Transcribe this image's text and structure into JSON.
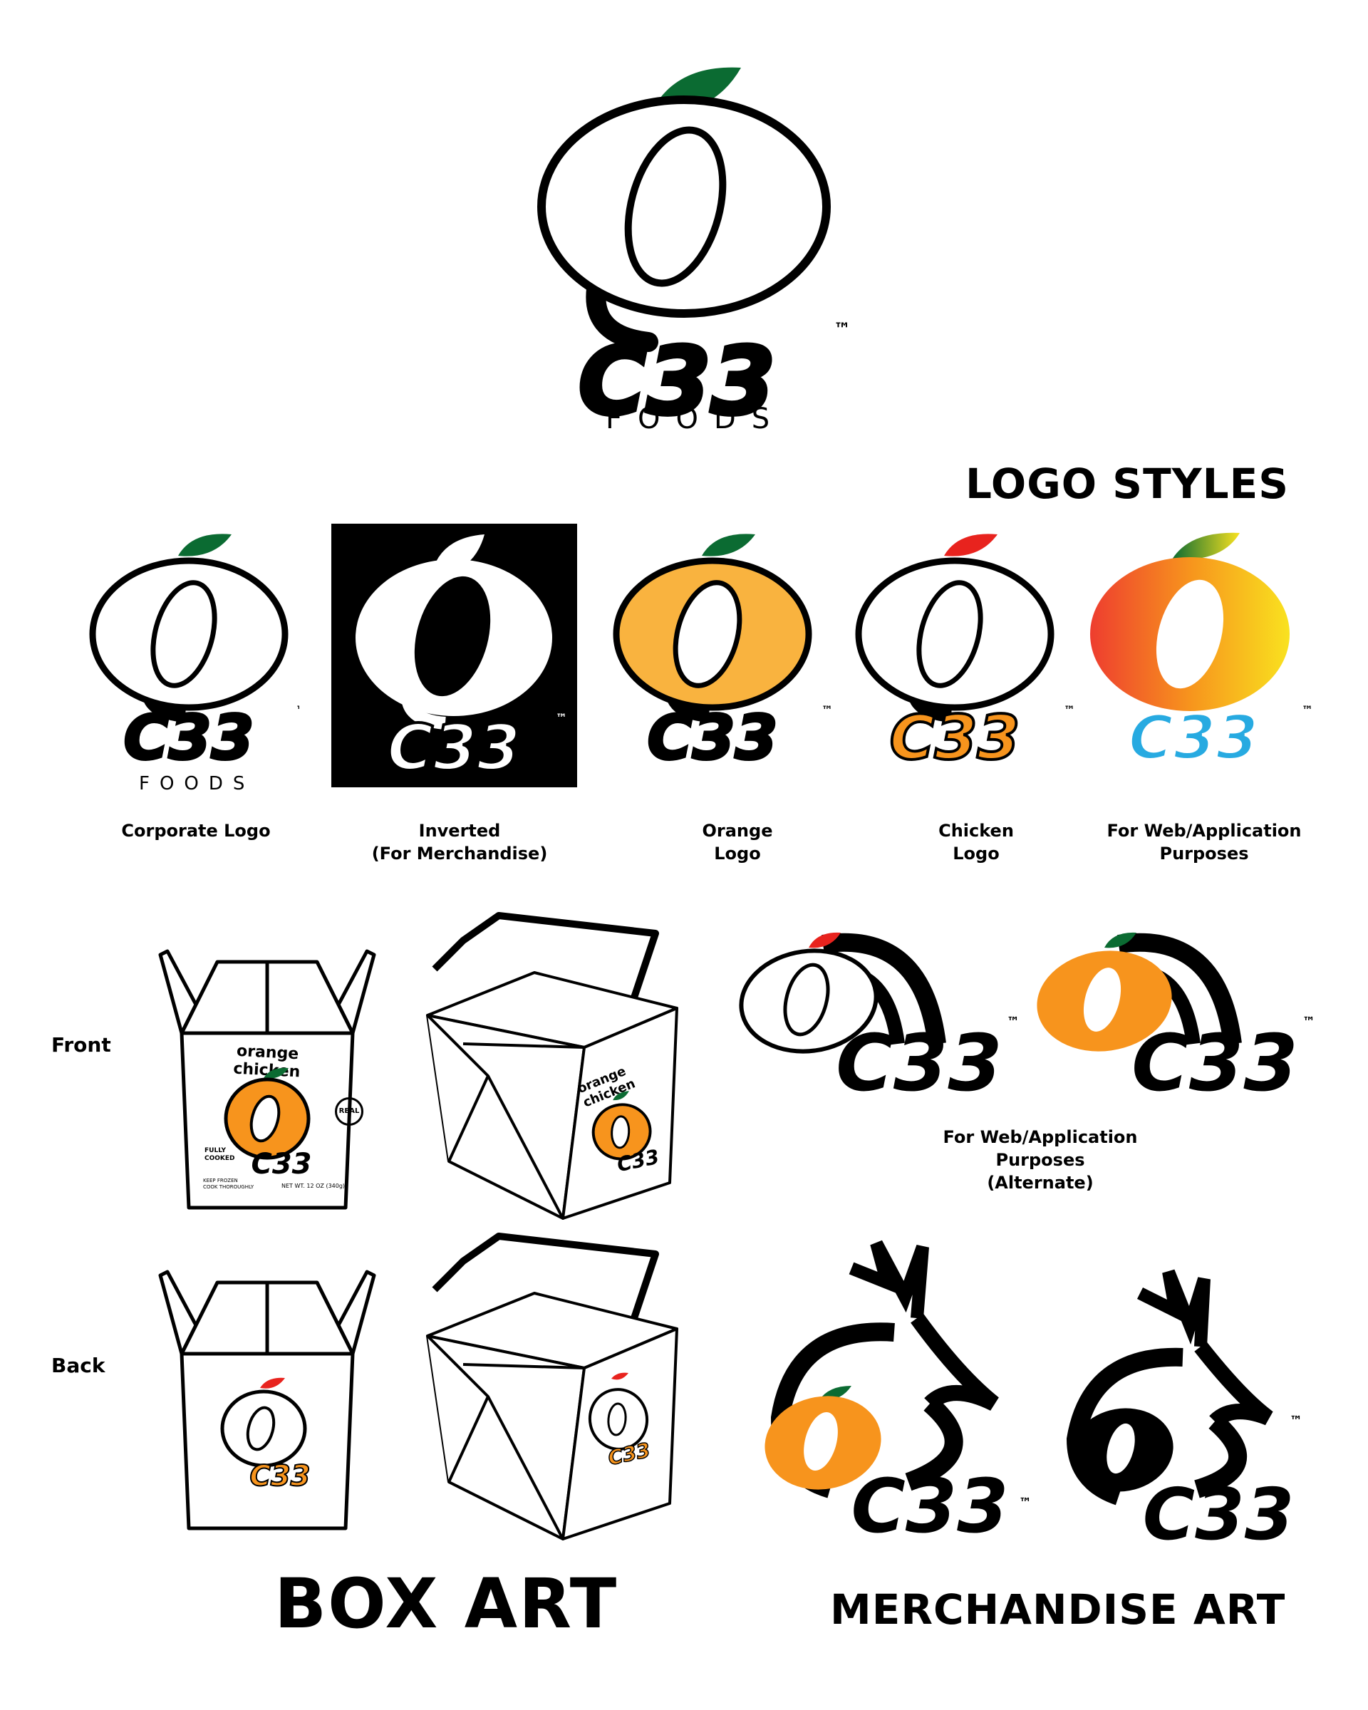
{
  "brand": {
    "wordmark": "C33",
    "subtitle": "FOODS",
    "trademark": "™",
    "colors": {
      "black": "#000000",
      "white": "#ffffff",
      "leaf_green": "#0b6b32",
      "orange": "#f7941d",
      "orange_light": "#f9b33f",
      "chicken_red": "#e8231e",
      "web_blue": "#27aae1",
      "gradient_red": "#ee3d2f",
      "gradient_yellow": "#f9e21f"
    }
  },
  "headings": {
    "logo_styles": "LOGO STYLES",
    "box_art": "BOX ART",
    "merchandise_art": "MERCHANDISE ART"
  },
  "logo_styles": [
    {
      "caption": "Corporate Logo"
    },
    {
      "caption": "Inverted\n(For Merchandise)"
    },
    {
      "caption": "Orange\nLogo"
    },
    {
      "caption": "Chicken\nLogo"
    },
    {
      "caption": "For Web/Application\nPurposes"
    }
  ],
  "web_alternate": {
    "caption": "For Web/Application\nPurposes\n(Alternate)"
  },
  "box_art": {
    "front_label": "Front",
    "back_label": "Back",
    "product_name": "orange chicken",
    "badge": "REAL",
    "cooked_note": "FULLY\nCOOKED",
    "keep_frozen": "KEEP FROZEN\nCOOK THOROUGHLY",
    "net_weight": "NET WT. 12 OZ (340g)"
  }
}
